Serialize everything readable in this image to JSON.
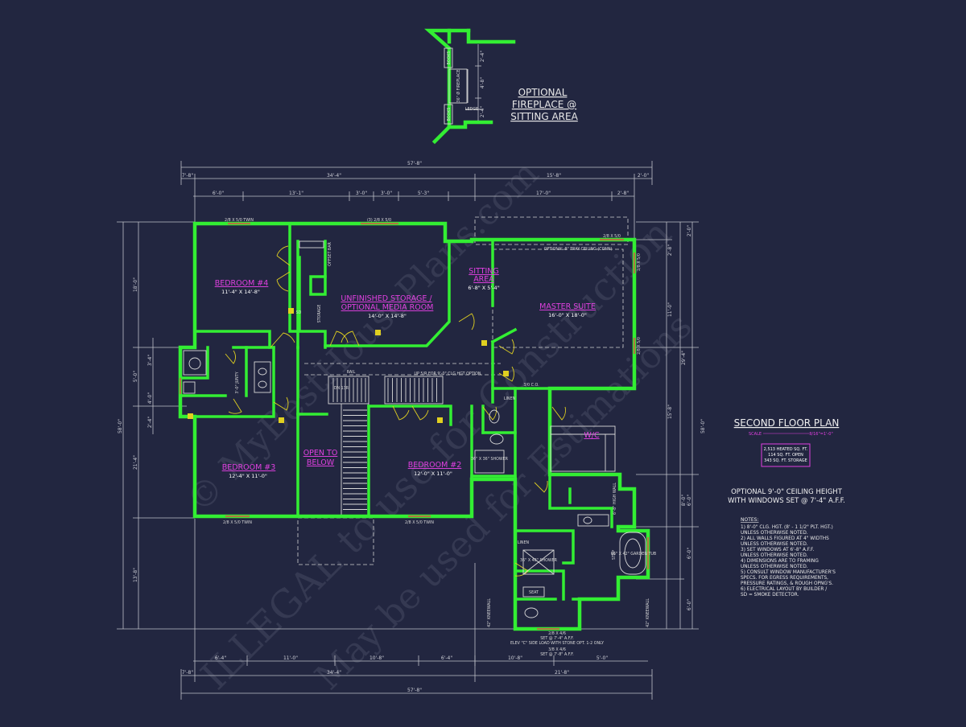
{
  "fireplace": {
    "title_lines": [
      "OPTIONAL",
      "FIREPLACE @",
      "SITTING AREA"
    ],
    "books_top": "BOOKS",
    "books_bottom": "BOOKS",
    "unit": "36\" Ø FIREPLACE",
    "ledge": "LEDGE",
    "dims": [
      "2'-4\"",
      "4'-8\"",
      "2'-4\""
    ]
  },
  "dimensions": {
    "top_overall": "57'-8\"",
    "top_row2": [
      "7'-8\"",
      "34'-4\"",
      "15'-8\"",
      "2'-0\""
    ],
    "top_row3": [
      "6'-0\"",
      "13'-1\"",
      "3'-0\"",
      "3'-0\"",
      "5'-3\"",
      "17'-0\"",
      "2'-8\""
    ],
    "bottom_row1": [
      "6'-4\"",
      "11'-0\"",
      "10'-8\"",
      "6'-4\"",
      "10'-8\"",
      "5'-0\""
    ],
    "bottom_row2": [
      "7'-8\"",
      "34'-4\"",
      "21'-8\""
    ],
    "bottom_overall": "57'-8\"",
    "left_overall": "58'-0\"",
    "left_row1": [
      "18'-0\"",
      "5'-0\"",
      "21'-4\"",
      "13'-8\""
    ],
    "left_row2": [
      "4'-0\"",
      "3'-4\"",
      "2'-4\""
    ],
    "right_overall": "58'-0\"",
    "right_row1": [
      "2'-0\"",
      "2'-8\"",
      "11'-0\"",
      "15'-8\"",
      "6'-0\"",
      "6'-0\"",
      "6'-0\""
    ],
    "right_row2": [
      "29'-4\"",
      "8'-0\""
    ]
  },
  "windows": [
    "2/8 X 5/0 TWIN",
    "(3) 2/8 X 5/0",
    "2/8 X 5/0",
    "2/8 X 5/0 TWIN",
    "2/8 X 5/0 TWIN",
    "2/8 X 5/0",
    "2/8 X 5/0"
  ],
  "rooms": [
    {
      "name": "BEDROOM #4",
      "size": "11'-4\" X 14'-8\""
    },
    {
      "name": "UNFINISHED STORAGE /",
      "name2": "OPTIONAL MEDIA ROOM",
      "size": "14'-0\" X 14'-8\""
    },
    {
      "name": "SITTING",
      "name2": "AREA",
      "size": "6'-8\" X 5'-4\""
    },
    {
      "name": "MASTER SUITE",
      "size": "16'-0\" X 18'-0\""
    },
    {
      "name": "BEDROOM #3",
      "size": "12'-4\" X 11'-0\""
    },
    {
      "name": "OPEN TO",
      "name2": "BELOW",
      "size": ""
    },
    {
      "name": "BEDROOM #2",
      "size": "12'-0\" X 11'-0\""
    },
    {
      "name": "W/C",
      "size": ""
    }
  ],
  "plan_labels": {
    "rail": "RAIL",
    "up_stairs": "UP 5/R FOR 9'-0\" CLG HGT OPTION",
    "dn": "DN 13R",
    "linen": "LINEN",
    "linen2": "LINEN",
    "storage": "STORAGE",
    "offset_bar": "OFFSET BAR",
    "shower": "36\" X 48\" SHOWER",
    "shower2": "36\" X 36\" SHOWER",
    "seat": "SEAT",
    "garden_tub": "66\" X 42\" GARDEN TUB",
    "step": "STEP",
    "tray_ceiling": "OPTIONAL 8\" TRAY CEILING (CONN)",
    "knee_wall": "42\" KNEEWALL",
    "knee_wall2": "42\" KNEEWALL",
    "half_wall": "6'-8\" HIGH WALL",
    "closet_co": "3/0 C.O.",
    "sd": "SD",
    "pony": "3'-0\" JUNTY",
    "flue_note": "ELEV \"C\" SIDE LOAD WITH STONE OPT. 1-2 ONLY",
    "window_note1": "2/8 X 4/6",
    "window_note2": "SET @ 7'-4\" A.F.F.",
    "window_note3": "3/8 X 4/6",
    "window_note4": "SET @ 7'-8\" A.F.F."
  },
  "legend": {
    "title": "SECOND FLOOR PLAN",
    "scale_label": "SCALE",
    "scale_value": "3/16\"=1'-0\"",
    "area_lines": [
      "2,513 HEATED SQ. FT.",
      "114 SQ. FT. OPEN",
      "343 SQ. FT. STORAGE"
    ],
    "ceiling_option_lines": [
      "OPTIONAL 9'-0\" CEILING HEIGHT",
      "WITH WINDOWS SET @ 7'-4\" A.F.F."
    ],
    "notes_title": "NOTES:",
    "notes": [
      "1) 8'-0\" CLG. HGT. (8' - 1 1/2\" PLT. HGT.)",
      "    UNLESS OTHERWISE NOTED.",
      "2) ALL WALLS FIGURED AT 4\" WIDTHS",
      "    UNLESS OTHERWISE NOTED.",
      "3) SET WINDOWS AT 6'-8\" A.F.F.",
      "    UNLESS OTHERWISE NOTED.",
      "4) DIMENSIONS ARE TO FRAMING",
      "    UNLESS OTHERWISE NOTED.",
      "5) CONSULT WINDOW MANUFACTURER'S",
      "    SPECS. FOR EGRESS REQUIREMENTS,",
      "    PRESSURE RATINGS, & ROUGH OPNG'S.",
      "6) ELECTRICAL LAYOUT BY BUILDER /",
      "    SD = SMOKE DETECTOR."
    ]
  },
  "watermarks": [
    "© MyBestHousePlans.com",
    "ILLEGAL to use for Construction",
    "May be used for Estimations"
  ],
  "colors": {
    "background": "#222640",
    "walls": "#33ee33",
    "dims": "#c8c8cc",
    "room_labels": "#e040e0",
    "fixtures": "#d8d8d8",
    "doors": "#e0d020",
    "windows": "#b07840"
  }
}
